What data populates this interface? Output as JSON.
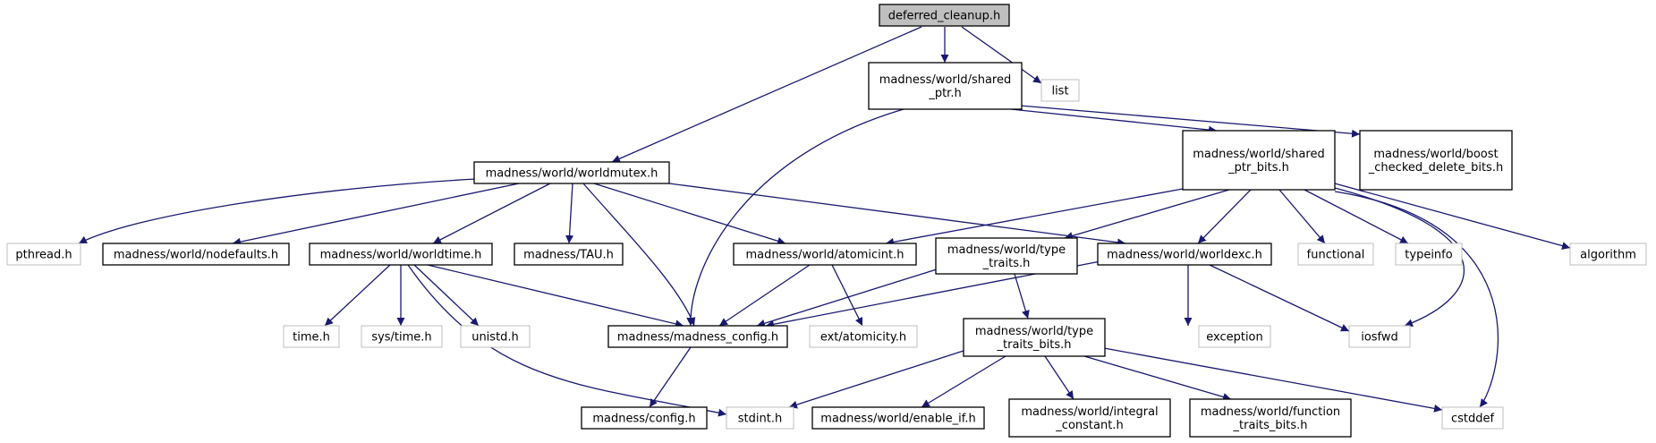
{
  "graph": {
    "title": "deferred_cleanup.h",
    "nodes": [
      {
        "id": "deferred_cleanup",
        "lines": [
          "deferred_cleanup.h"
        ],
        "kind": "root"
      },
      {
        "id": "shared_ptr",
        "lines": [
          "madness/world/shared",
          "_ptr.h"
        ],
        "kind": "internal"
      },
      {
        "id": "list",
        "lines": [
          "list"
        ],
        "kind": "external"
      },
      {
        "id": "worldmutex",
        "lines": [
          "madness/world/worldmutex.h"
        ],
        "kind": "internal"
      },
      {
        "id": "shared_ptr_bits",
        "lines": [
          "madness/world/shared",
          "_ptr_bits.h"
        ],
        "kind": "internal"
      },
      {
        "id": "boost_checked",
        "lines": [
          "madness/world/boost",
          "_checked_delete_bits.h"
        ],
        "kind": "internal"
      },
      {
        "id": "pthread",
        "lines": [
          "pthread.h"
        ],
        "kind": "external"
      },
      {
        "id": "nodefaults",
        "lines": [
          "madness/world/nodefaults.h"
        ],
        "kind": "internal"
      },
      {
        "id": "worldtime",
        "lines": [
          "madness/world/worldtime.h"
        ],
        "kind": "internal"
      },
      {
        "id": "tau",
        "lines": [
          "madness/TAU.h"
        ],
        "kind": "internal"
      },
      {
        "id": "atomicint",
        "lines": [
          "madness/world/atomicint.h"
        ],
        "kind": "internal"
      },
      {
        "id": "type_traits",
        "lines": [
          "madness/world/type",
          "_traits.h"
        ],
        "kind": "internal"
      },
      {
        "id": "worldexc",
        "lines": [
          "madness/world/worldexc.h"
        ],
        "kind": "internal"
      },
      {
        "id": "functional",
        "lines": [
          "functional"
        ],
        "kind": "external"
      },
      {
        "id": "typeinfo",
        "lines": [
          "typeinfo"
        ],
        "kind": "external"
      },
      {
        "id": "algorithm",
        "lines": [
          "algorithm"
        ],
        "kind": "external"
      },
      {
        "id": "time_h",
        "lines": [
          "time.h"
        ],
        "kind": "external"
      },
      {
        "id": "sys_time",
        "lines": [
          "sys/time.h"
        ],
        "kind": "external"
      },
      {
        "id": "unistd",
        "lines": [
          "unistd.h"
        ],
        "kind": "external"
      },
      {
        "id": "madness_config",
        "lines": [
          "madness/madness_config.h"
        ],
        "kind": "internal"
      },
      {
        "id": "ext_atomicity",
        "lines": [
          "ext/atomicity.h"
        ],
        "kind": "external"
      },
      {
        "id": "type_traits_bits",
        "lines": [
          "madness/world/type",
          "_traits_bits.h"
        ],
        "kind": "internal"
      },
      {
        "id": "exception",
        "lines": [
          "exception"
        ],
        "kind": "external"
      },
      {
        "id": "iosfwd",
        "lines": [
          "iosfwd"
        ],
        "kind": "external"
      },
      {
        "id": "config",
        "lines": [
          "madness/config.h"
        ],
        "kind": "internal"
      },
      {
        "id": "stdint",
        "lines": [
          "stdint.h"
        ],
        "kind": "external"
      },
      {
        "id": "enable_if",
        "lines": [
          "madness/world/enable_if.h"
        ],
        "kind": "internal"
      },
      {
        "id": "integral_constant",
        "lines": [
          "madness/world/integral",
          "_constant.h"
        ],
        "kind": "internal"
      },
      {
        "id": "function_traits_bits",
        "lines": [
          "madness/world/function",
          "_traits_bits.h"
        ],
        "kind": "internal"
      },
      {
        "id": "cstddef",
        "lines": [
          "cstddef"
        ],
        "kind": "external"
      }
    ],
    "edges": [
      {
        "from": "deferred_cleanup",
        "to": "shared_ptr"
      },
      {
        "from": "deferred_cleanup",
        "to": "list"
      },
      {
        "from": "deferred_cleanup",
        "to": "worldmutex"
      },
      {
        "from": "shared_ptr",
        "to": "madness_config"
      },
      {
        "from": "shared_ptr",
        "to": "shared_ptr_bits"
      },
      {
        "from": "shared_ptr",
        "to": "boost_checked"
      },
      {
        "from": "worldmutex",
        "to": "pthread"
      },
      {
        "from": "worldmutex",
        "to": "nodefaults"
      },
      {
        "from": "worldmutex",
        "to": "worldtime"
      },
      {
        "from": "worldmutex",
        "to": "tau"
      },
      {
        "from": "worldmutex",
        "to": "madness_config"
      },
      {
        "from": "worldmutex",
        "to": "atomicint"
      },
      {
        "from": "worldmutex",
        "to": "worldexc"
      },
      {
        "from": "shared_ptr_bits",
        "to": "atomicint"
      },
      {
        "from": "shared_ptr_bits",
        "to": "type_traits"
      },
      {
        "from": "shared_ptr_bits",
        "to": "worldexc"
      },
      {
        "from": "shared_ptr_bits",
        "to": "functional"
      },
      {
        "from": "shared_ptr_bits",
        "to": "typeinfo"
      },
      {
        "from": "shared_ptr_bits",
        "to": "algorithm"
      },
      {
        "from": "shared_ptr_bits",
        "to": "iosfwd"
      },
      {
        "from": "shared_ptr_bits",
        "to": "cstddef"
      },
      {
        "from": "worldtime",
        "to": "time_h"
      },
      {
        "from": "worldtime",
        "to": "sys_time"
      },
      {
        "from": "worldtime",
        "to": "unistd"
      },
      {
        "from": "worldtime",
        "to": "madness_config"
      },
      {
        "from": "worldtime",
        "to": "stdint"
      },
      {
        "from": "atomicint",
        "to": "madness_config"
      },
      {
        "from": "atomicint",
        "to": "ext_atomicity"
      },
      {
        "from": "type_traits",
        "to": "madness_config"
      },
      {
        "from": "type_traits",
        "to": "type_traits_bits"
      },
      {
        "from": "worldexc",
        "to": "madness_config"
      },
      {
        "from": "worldexc",
        "to": "exception"
      },
      {
        "from": "worldexc",
        "to": "iosfwd"
      },
      {
        "from": "madness_config",
        "to": "config"
      },
      {
        "from": "type_traits_bits",
        "to": "stdint"
      },
      {
        "from": "type_traits_bits",
        "to": "enable_if"
      },
      {
        "from": "type_traits_bits",
        "to": "integral_constant"
      },
      {
        "from": "type_traits_bits",
        "to": "function_traits_bits"
      },
      {
        "from": "type_traits_bits",
        "to": "cstddef"
      }
    ]
  },
  "colors": {
    "edge": "#191970",
    "root_fill": "#bfbfbf",
    "internal_border": "#000000",
    "external_border": "#bfbfbf"
  }
}
